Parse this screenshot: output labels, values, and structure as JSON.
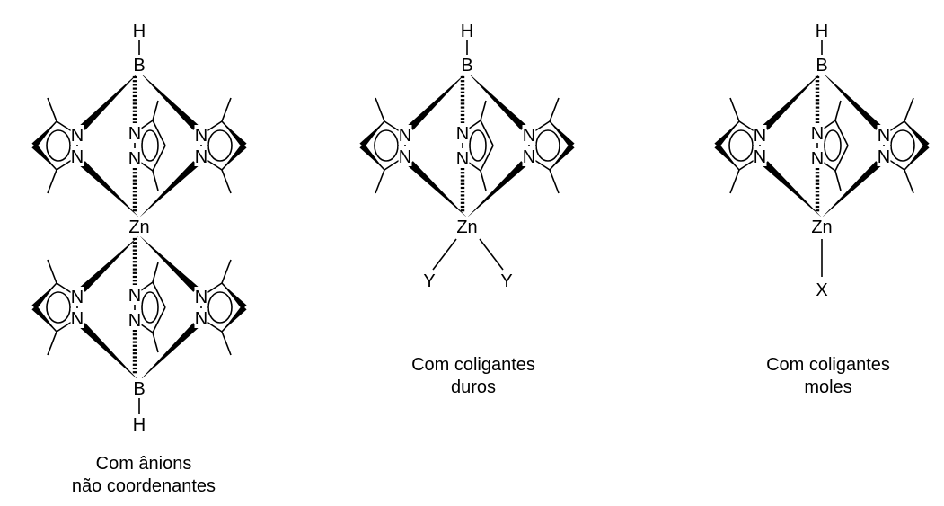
{
  "atoms": {
    "H": "H",
    "B": "B",
    "N": "N",
    "Zn": "Zn",
    "Y": "Y",
    "X": "X"
  },
  "captions": {
    "left_line1": "Com ânions",
    "left_line2": "não coordenantes",
    "middle_line1": "Com coligantes",
    "middle_line2": "duros",
    "right_line1": "Com coligantes",
    "right_line2": "moles"
  }
}
